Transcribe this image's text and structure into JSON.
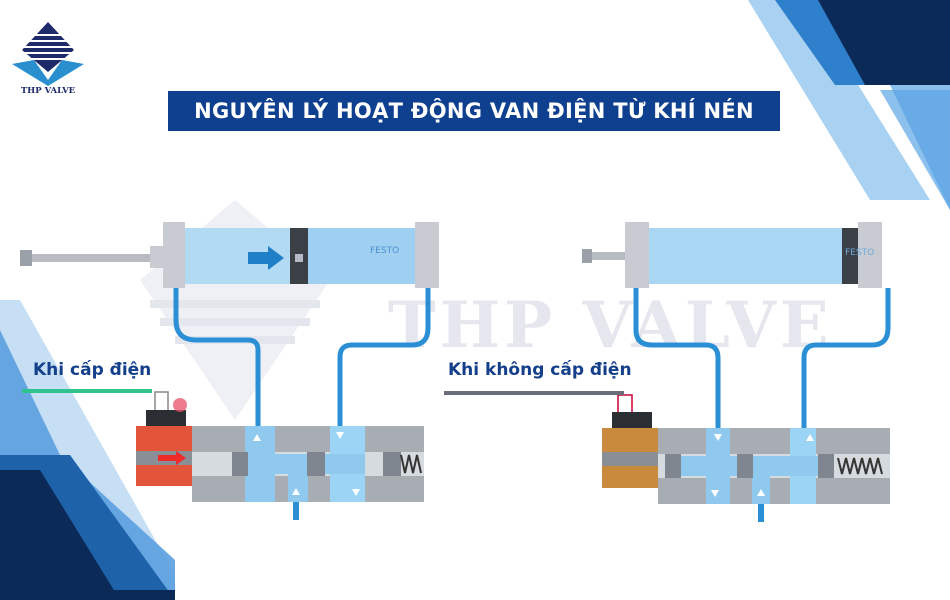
{
  "logo": {
    "text": "THP VALVE",
    "icon": "diamond-stripes-logo-icon"
  },
  "title": "NGUYÊN LÝ HOẠT ĐỘNG VAN ĐIỆN TỪ KHÍ NÉN",
  "watermark": "THP VALVE",
  "diagrams": [
    {
      "label": "Khi cấp điện",
      "state": "energized",
      "wire_color": "#2fc48d",
      "coil_color": "#e2553a",
      "cylinder_brand": "FESTO"
    },
    {
      "label": "Khi không cấp điện",
      "state": "de-energized",
      "wire_color": "#6a6e78",
      "coil_color": "#c98a3e",
      "cylinder_brand": "FESTO"
    }
  ],
  "colors": {
    "title_bg": "#0f3f8f",
    "navy": "#0b2a58",
    "blue": "#2a78c8",
    "light_blue": "#7fb8ea",
    "tube": "#2b8fd6"
  }
}
